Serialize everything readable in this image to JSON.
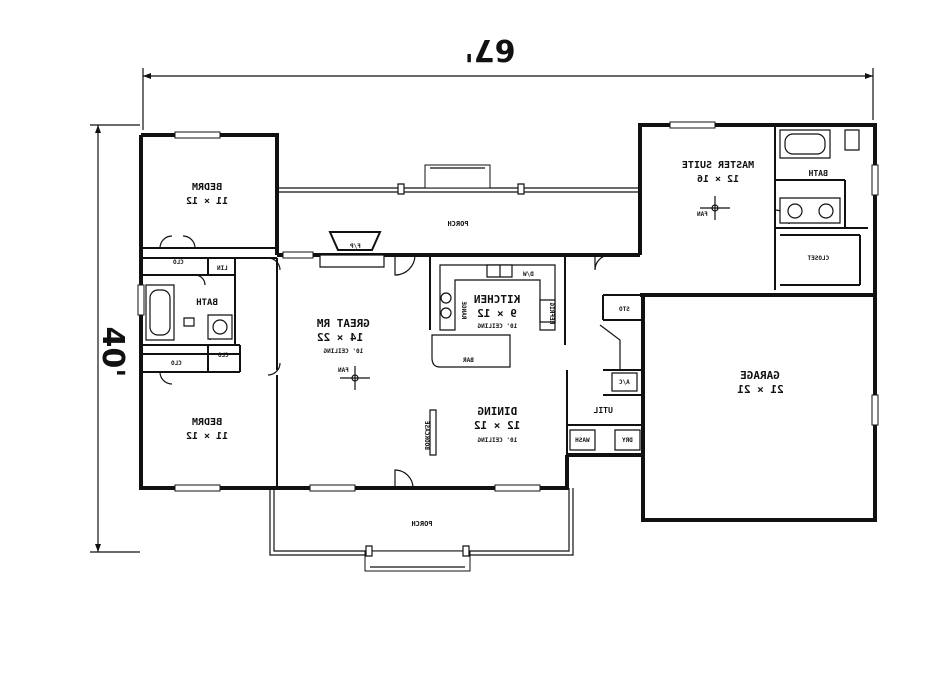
{
  "dimensions": {
    "width": "67'",
    "depth": "40'"
  },
  "rooms": {
    "bedroom_top": {
      "name": "BEDRM",
      "size": "11 × 12"
    },
    "bedroom_bottom": {
      "name": "BEDRM",
      "size": "11 × 12"
    },
    "great_room": {
      "name": "GREAT RM",
      "size": "14 × 22",
      "ceiling": "10' CEILING"
    },
    "kitchen": {
      "name": "KITCHEN",
      "size": "9 × 12",
      "ceiling": "10' CEILING"
    },
    "dining": {
      "name": "DINING",
      "size": "12 × 12",
      "ceiling": "10' CEILING"
    },
    "master_suite": {
      "name": "MASTER SUITE",
      "size": "12 × 16"
    },
    "garage": {
      "name": "GARAGE",
      "size": "21 × 21"
    },
    "porch_top": {
      "name": "PORCH"
    },
    "porch_bottom": {
      "name": "PORCH"
    },
    "bath_left": {
      "name": "BATH"
    },
    "bath_master": {
      "name": "BATH"
    },
    "closet_master": {
      "name": "CLOSET"
    },
    "util": {
      "name": "UTIL"
    }
  },
  "labels": {
    "clo_top": "CLO",
    "lin": "LIN",
    "clo_mid": "CLO",
    "clo_low": "CLO",
    "fp": "F/P",
    "fan_great": "FAN",
    "fan_master": "FAN",
    "bar": "BAR",
    "dw": "D/W",
    "range": "RANGE",
    "refrig": "REFRIG",
    "sto": "STO",
    "ac": "A/C",
    "wash": "WASH",
    "dry": "DRY",
    "bookcase": "BOOKCASE"
  }
}
